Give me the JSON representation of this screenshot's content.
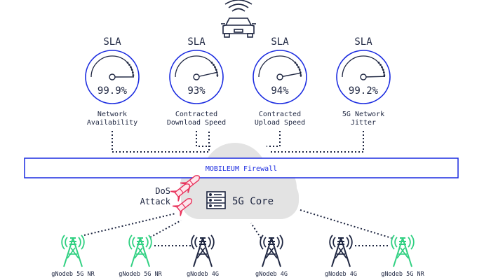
{
  "gauges": [
    {
      "title": "SLA",
      "value": "99.9%",
      "label_line1": "Network",
      "label_line2": "Availability",
      "level": 0.999
    },
    {
      "title": "SLA",
      "value": "93%",
      "label_line1": "Contracted",
      "label_line2": "Download Speed",
      "level": 0.93
    },
    {
      "title": "SLA",
      "value": "94%",
      "label_line1": "Contracted",
      "label_line2": "Upload Speed",
      "level": 0.94
    },
    {
      "title": "SLA",
      "value": "99.2%",
      "label_line1": "5G Network",
      "label_line2": "Jitter",
      "level": 0.992
    }
  ],
  "firewall": {
    "label": "MOBILEUM Firewall"
  },
  "core": {
    "label": "5G Core"
  },
  "attack": {
    "line1": "DoS",
    "line2": "Attack"
  },
  "towers": [
    {
      "label": "gNodeb 5G NR",
      "kind": "5g"
    },
    {
      "label": "gNodeb 5G NR",
      "kind": "5g"
    },
    {
      "label": "gNodeb 4G",
      "kind": "4g"
    },
    {
      "label": "gNodeb 4G",
      "kind": "4g"
    },
    {
      "label": "gNodeb 4G",
      "kind": "4g"
    },
    {
      "label": "gNodeb 5G NR",
      "kind": "5g"
    }
  ],
  "icons": {
    "car": "connected-car-icon",
    "server": "server-icon",
    "missile": "missile-icon",
    "tower": "cell-tower-icon"
  },
  "colors": {
    "ink": "#1d2540",
    "firewall_text": "#1a2be0",
    "tower_5g": "#2fd081",
    "tower_4g": "#1d2540",
    "attack": "#e8315a",
    "cloud": "#e3e3e3"
  }
}
